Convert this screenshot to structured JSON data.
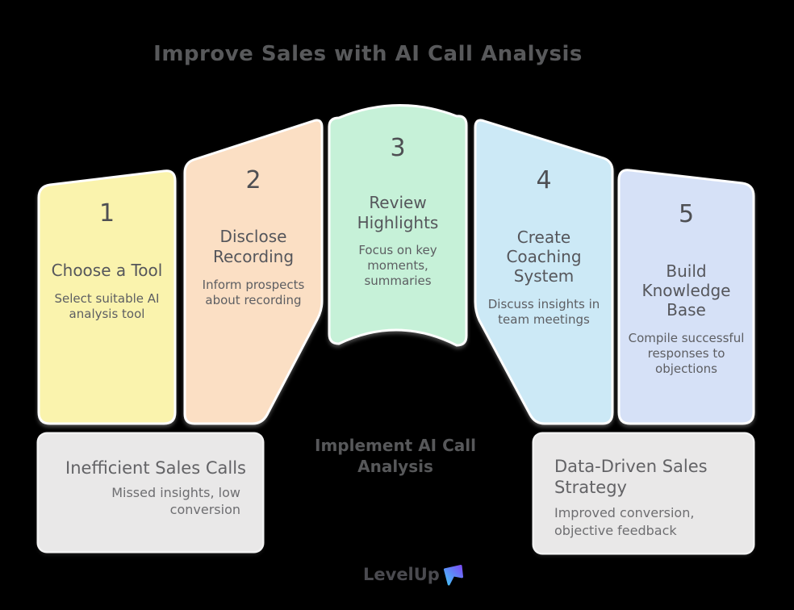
{
  "title": "Improve Sales with AI Call Analysis",
  "center_label": "Implement AI Call\nAnalysis",
  "steps": [
    {
      "number": "1",
      "title": "Choose a Tool",
      "description": "Select suitable AI\nanalysis tool",
      "color": "#FAF3AD"
    },
    {
      "number": "2",
      "title": "Disclose\nRecording",
      "description": "Inform prospects\nabout recording",
      "color": "#FBDFC4"
    },
    {
      "number": "3",
      "title": "Review\nHighlights",
      "description": "Focus on key\nmoments,\nsummaries",
      "color": "#C6F1D8"
    },
    {
      "number": "4",
      "title": "Create\nCoaching\nSystem",
      "description": "Discuss insights in\nteam meetings",
      "color": "#CCE9F6"
    },
    {
      "number": "5",
      "title": "Build\nKnowledge\nBase",
      "description": "Compile successful\nresponses to\nobjections",
      "color": "#D6E1F7"
    }
  ],
  "outcomes": {
    "before": {
      "title": "Inefficient Sales Calls",
      "description": "Missed insights, low\nconversion"
    },
    "after": {
      "title": "Data-Driven Sales\nStrategy",
      "description": "Improved conversion,\nobjective feedback"
    }
  },
  "logo": {
    "text": "LevelUp",
    "icon": "gradient-flag-arrow-icon",
    "gradient_start": "#45C4F9",
    "gradient_end": "#7A4DF5"
  },
  "colors": {
    "background": "#000000",
    "stroke": "#FFFFFF",
    "title_text": "#58595B",
    "panel_text": "#55565B",
    "box_fill": "#E9E8E8"
  }
}
